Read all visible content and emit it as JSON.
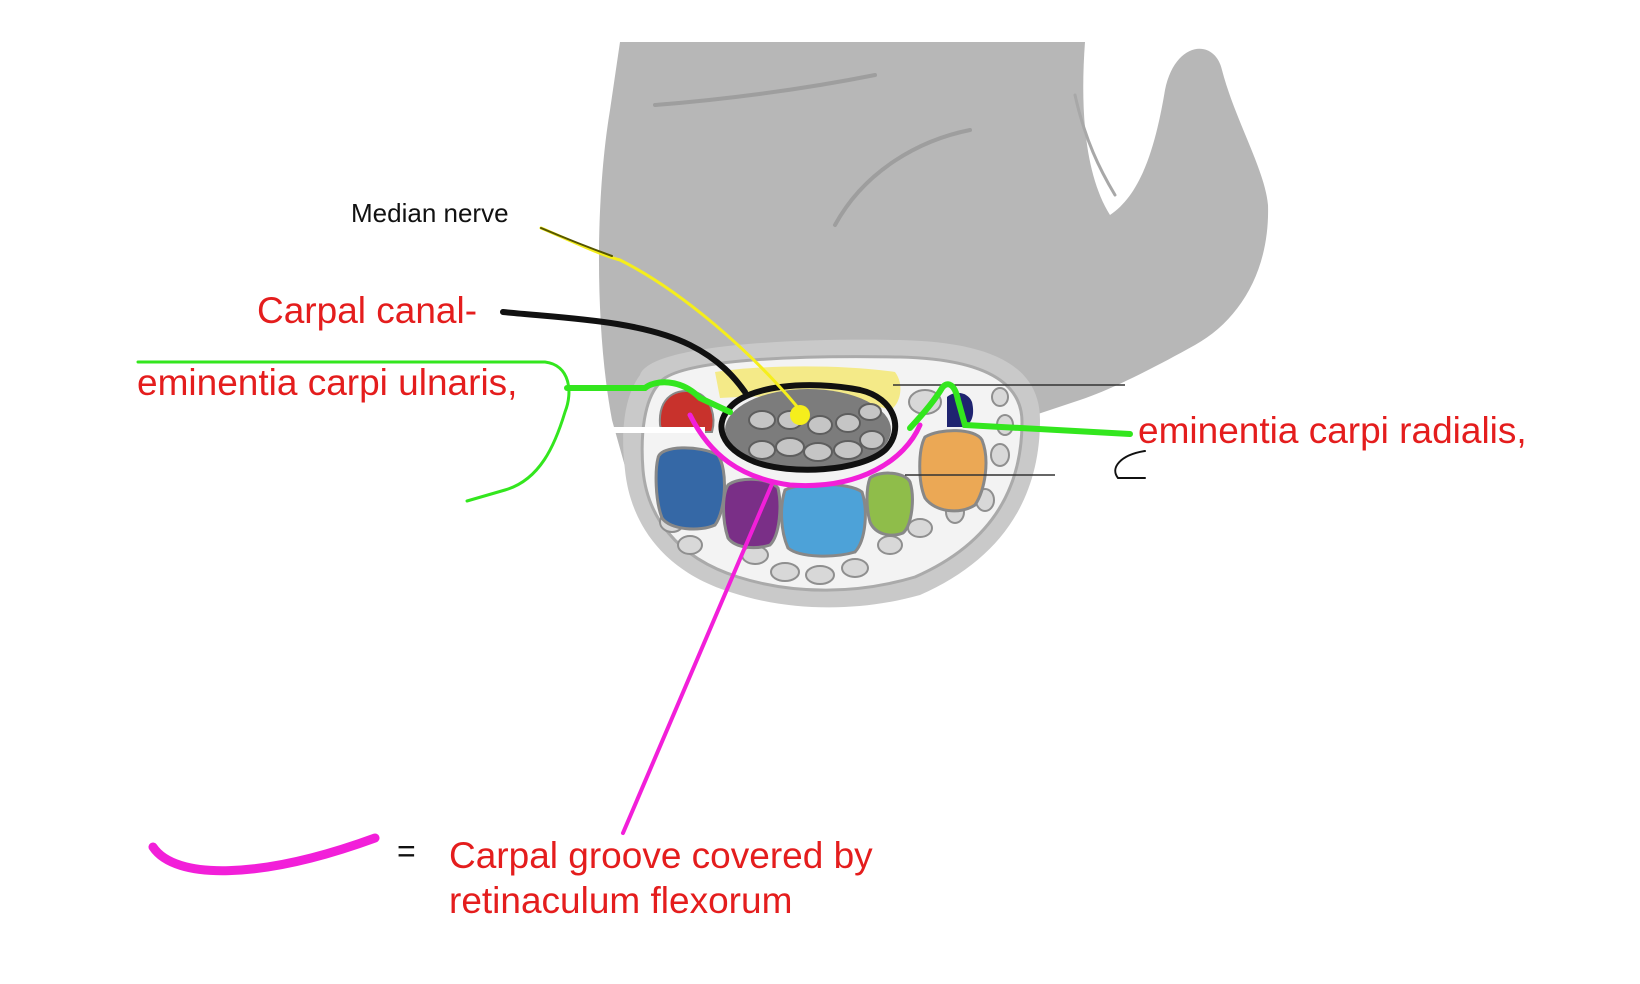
{
  "labels": {
    "median_nerve": "Median nerve",
    "carpal_canal": "Carpal canal-",
    "eminentia_ulnaris": "eminentia carpi ulnaris,",
    "eminentia_radialis": "eminentia carpi radialis,",
    "legend_equals": "=",
    "groove_line1": "Carpal groove covered by",
    "groove_line2": "retinaculum flexorum"
  },
  "colors": {
    "hand": "#b7b7b7",
    "label_red": "#e41d1d",
    "groove_magenta": "#f21fd9",
    "eminence_green": "#33e61e",
    "nerve_yellow": "#f5ee1c",
    "canal_black": "#111111"
  }
}
